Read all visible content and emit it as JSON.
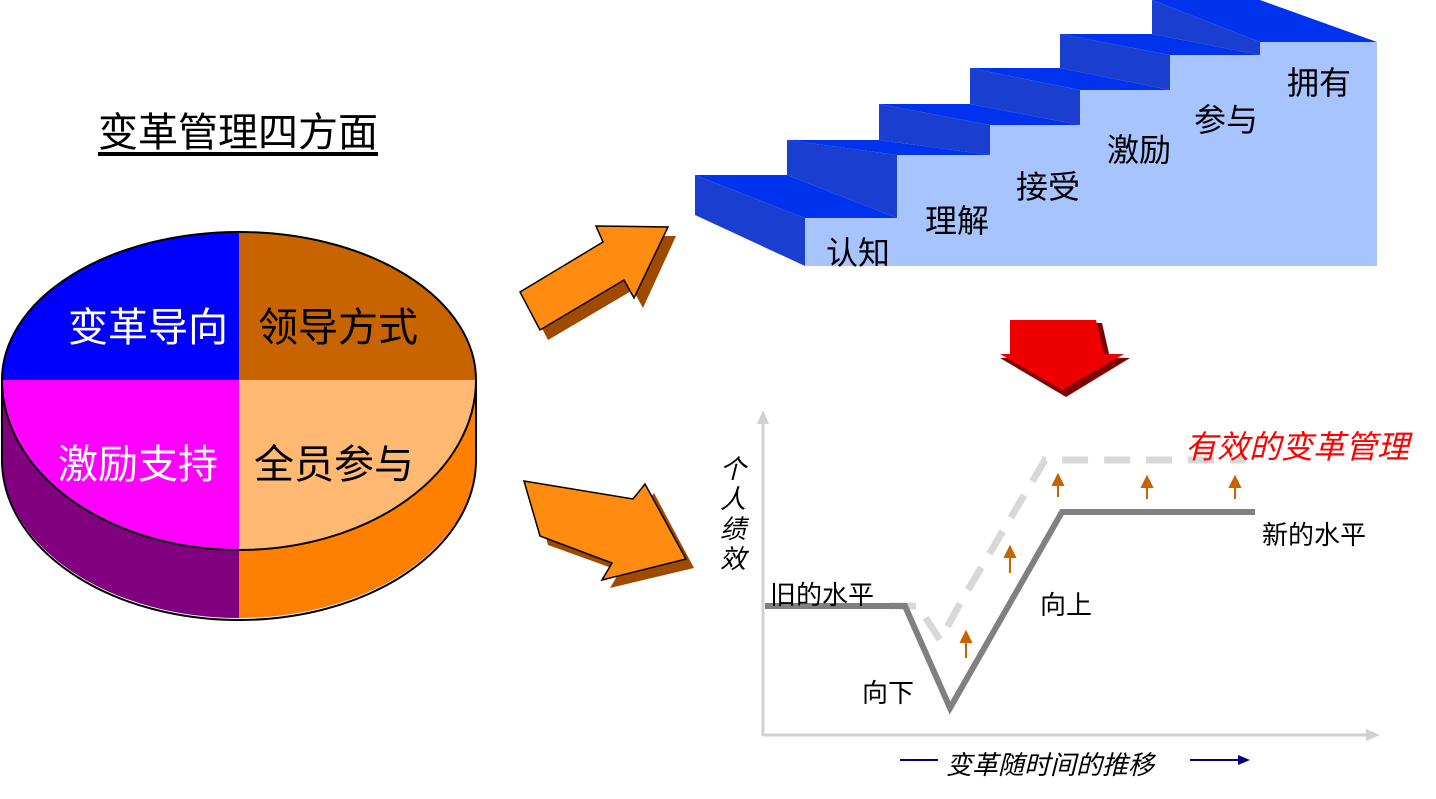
{
  "title": "变革管理四方面",
  "pie": {
    "q1": "变革导向",
    "q2": "领导方式",
    "q3": "激励支持",
    "q4": "全员参与",
    "colors": {
      "q1": "#0000ff",
      "q2": "#c86400",
      "q3": "#ff00ff",
      "q4": "#ffb973",
      "side_left": "#800080",
      "side_right": "#ff8000"
    }
  },
  "stairs": {
    "steps": [
      "认知",
      "理解",
      "接受",
      "激励",
      "参与",
      "拥有"
    ],
    "colors": {
      "top": "#0033ee",
      "front": "#a8c4ff"
    }
  },
  "chart": {
    "y_label": [
      "个",
      "人",
      "绩",
      "效"
    ],
    "old_level": "旧的水平",
    "new_level": "新的水平",
    "down": "向下",
    "up": "向上",
    "effective": "有效的变革管理",
    "x_label": "变革随时间的推移"
  }
}
